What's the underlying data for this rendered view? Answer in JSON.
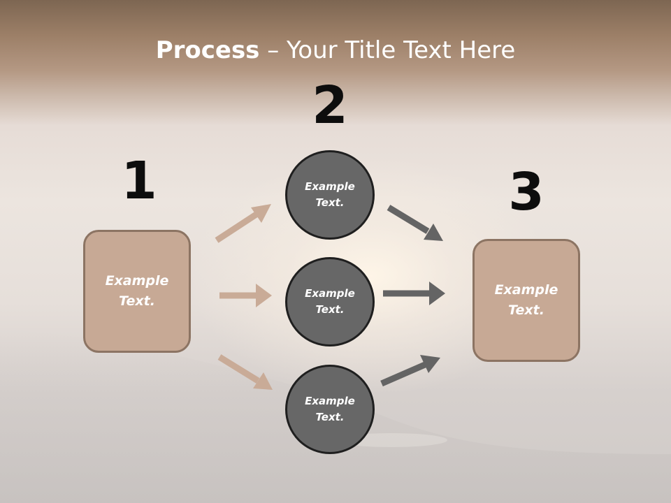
{
  "slide": {
    "title_bold": "Process",
    "title_rest": " – Your Title Text Here"
  },
  "steps": [
    {
      "number": "1",
      "text": "Example Text."
    },
    {
      "number": "2",
      "items": [
        "Example Text.",
        "Example Text.",
        "Example Text."
      ]
    },
    {
      "number": "3",
      "text": "Example Text."
    }
  ],
  "colors": {
    "box_fill": "#c7a995",
    "box_border": "#8c7463",
    "circle_fill": "#676767",
    "arrow_light": "#c9ab97",
    "arrow_dark": "#646464"
  }
}
